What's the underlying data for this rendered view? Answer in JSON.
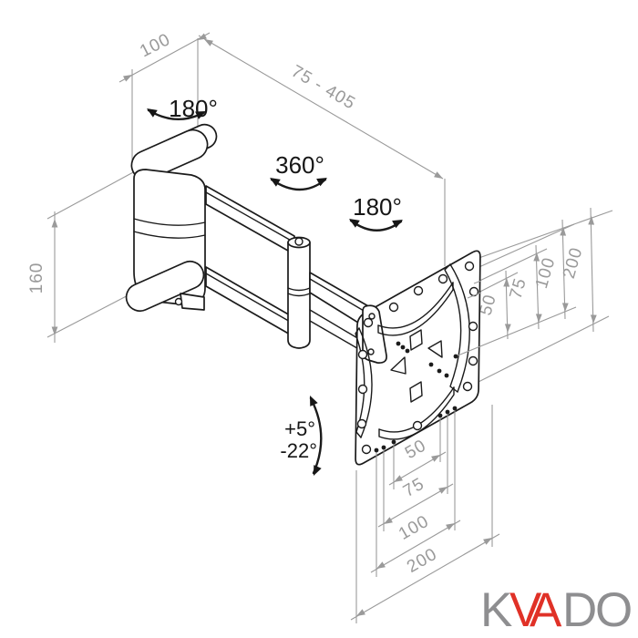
{
  "colors": {
    "line": "#1b1b1b",
    "dim": "#9a9a9a",
    "logo_gray": "#8e8e90",
    "logo_red": "#e03127",
    "background": "#ffffff"
  },
  "dimensions": {
    "wall_bracket_width": "100",
    "extension_range": "75 - 405",
    "wall_bracket_height": "160",
    "right_group": [
      "50",
      "75",
      "100",
      "200"
    ],
    "bottom_group": [
      "50",
      "75",
      "100",
      "200"
    ]
  },
  "angles": {
    "swivel_wall": "180°",
    "swivel_elbow": "360°",
    "swivel_plate": "180°",
    "tilt_up": "+5°",
    "tilt_down": "-22°"
  },
  "logo": {
    "k": "K",
    "v": "V",
    "a": "A",
    "d": "D",
    "o": "O"
  }
}
